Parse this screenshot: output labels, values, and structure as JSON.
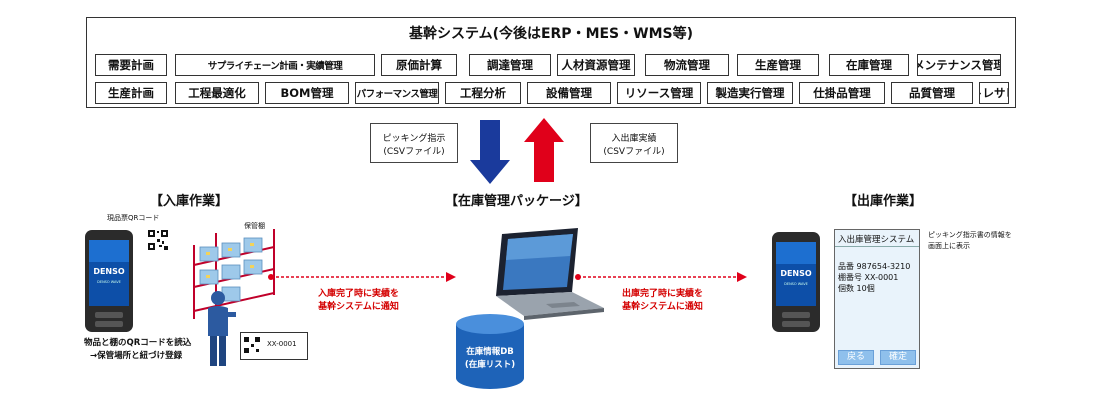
{
  "core_system": {
    "title": "基幹システム(今後はERP・MES・WMS等)",
    "row1": [
      "需要計画",
      "サプライチェーン計画・実績管理",
      "原価計算",
      "調達管理",
      "人材資源管理",
      "物流管理",
      "生産管理",
      "在庫管理",
      "メンテナンス管理"
    ],
    "row2": [
      "生産計画",
      "工程最適化",
      "BOM管理",
      "パフォーマンス管理",
      "工程分析",
      "設備管理",
      "リソース管理",
      "製造実行管理",
      "仕掛品管理",
      "品質管理",
      "トレサビ"
    ]
  },
  "notes": {
    "picking_line1": "ピッキング指示",
    "picking_line2": "(CSVファイル)",
    "shipping_line1": "入出庫実績",
    "shipping_line2": "(CSVファイル)"
  },
  "sections": {
    "receiving": "【入庫作業】",
    "package": "【在庫管理パッケージ】",
    "shipping": "【出庫作業】"
  },
  "receiving": {
    "qr_label": "現品票QRコード",
    "shelf_label": "保管棚",
    "desc_line1": "物品と棚のQRコードを読込",
    "desc_line2": "→保管場所と紐づけ登録",
    "tag_text": "XX-0001",
    "notify_line1": "入庫完了時に実績を",
    "notify_line2": "基幹システムに通知"
  },
  "database": {
    "line1": "在庫情報DB",
    "line2": "(在庫リスト)"
  },
  "shipping": {
    "notify_line1": "出庫完了時に実績を",
    "notify_line2": "基幹システムに通知",
    "screen_title": "入出庫管理システム",
    "item_no": "品番 987654-3210",
    "shelf_no": "棚番号 XX-0001",
    "quantity": "個数 10個",
    "back_button": "戻る",
    "confirm_button": "確定",
    "desc_line1": "ピッキング指示書の情報を",
    "desc_line2": "画面上に表示"
  },
  "device": {
    "brand": "DENSO",
    "sub": "DENSO WAVE"
  },
  "colors": {
    "down_arrow": "#1a3a9c",
    "up_arrow": "#e0001a",
    "flow_arrow": "#e0001a",
    "db": "#1e63b8",
    "shelf": "#c0002a",
    "screen_bg": "#e9f3fb"
  }
}
